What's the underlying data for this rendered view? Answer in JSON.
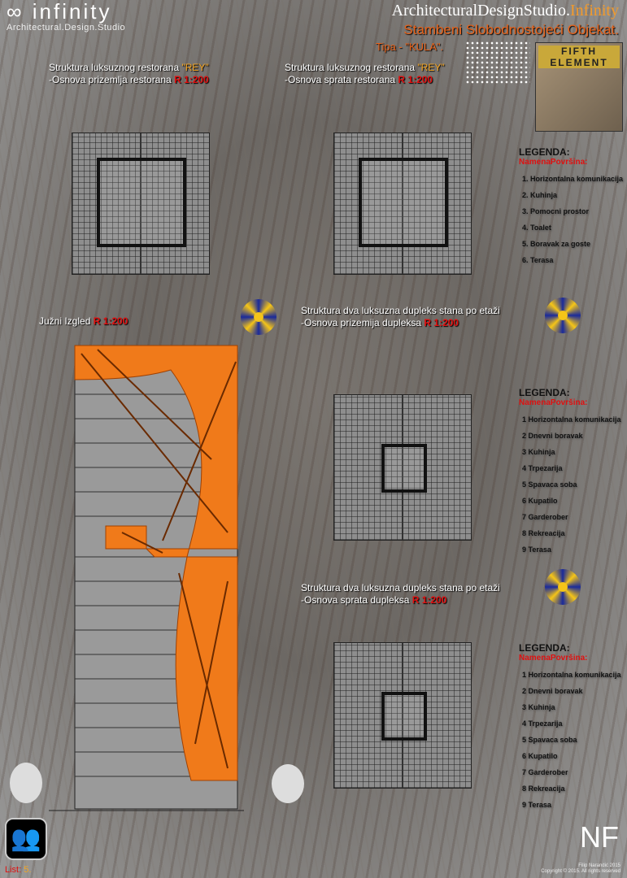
{
  "brand": {
    "logo": "∞ infinity",
    "subtitle": "Architectural.Design.Studio"
  },
  "header": {
    "studio": "ArchitecturalDesignStudio.",
    "studio_accent": "Infinity",
    "title": "Stambeni Slobodnostojeći Objekat.",
    "type": "Tipa - \"KULA\".",
    "badge": "FIFTH ELEMENT"
  },
  "sections": {
    "ground_restaurant": {
      "line1": "Struktura luksuznog restorana ",
      "name": "\"REY\"",
      "line2": "-Osnova prizemlja restorana ",
      "scale": "R 1:200"
    },
    "floor_restaurant": {
      "line1": "Struktura luksuznog restorana ",
      "name": "\"REY\"",
      "line2": "-Osnova sprata restorana ",
      "scale": "R 1:200"
    },
    "south_elevation": {
      "line1": "Južni Izgled ",
      "scale": "R 1:200"
    },
    "duplex_ground": {
      "line1": "Struktura dva luksuzna dupleks stana po etaži",
      "line2": "-Osnova prizemija dupleksa ",
      "scale": "R 1:200"
    },
    "duplex_floor": {
      "line1": "Struktura dva luksuzna dupleks stana po etaži",
      "line2": "-Osnova sprata dupleksa ",
      "scale": "R 1:200"
    }
  },
  "legend1": {
    "title": "LEGENDA:",
    "subtitle": "NamenaPovršina:",
    "items": [
      "1. Horizontalna komunikacija",
      "2. Kuhinja",
      "3. Pomocni prostor",
      "4. Toalet",
      "5. Boravak za goste",
      "6. Terasa"
    ]
  },
  "legend2": {
    "title": "LEGENDA:",
    "subtitle": "NamenaPovršina:",
    "items": [
      "1  Horizontalna komunikacija",
      "2  Dnevni boravak",
      "3  Kuhinja",
      "4  Trpezarija",
      "5  Spavaca soba",
      "6  Kupatilo",
      "7  Garderober",
      "8  Rekreacija",
      "9  Terasa"
    ]
  },
  "legend3": {
    "title": "LEGENDA:",
    "subtitle": "NamenaPovršina:",
    "items": [
      "1  Horizontalna komunikacija",
      "2  Dnevni boravak",
      "3  Kuhinja",
      "4  Trpezarija",
      "5  Spavaca soba",
      "6  Kupatilo",
      "7  Garderober",
      "8  Rekreacija",
      "9  Terasa"
    ]
  },
  "footer": {
    "list_label": "List: ",
    "list_num": "5.",
    "author_mark": "NF",
    "author": "Filip Narandić 2015",
    "copyright": "Copyright © 2015. All rights reserved"
  },
  "colors": {
    "accent": "#e8641c",
    "red": "#e01010",
    "facade": "#f07a1a"
  }
}
